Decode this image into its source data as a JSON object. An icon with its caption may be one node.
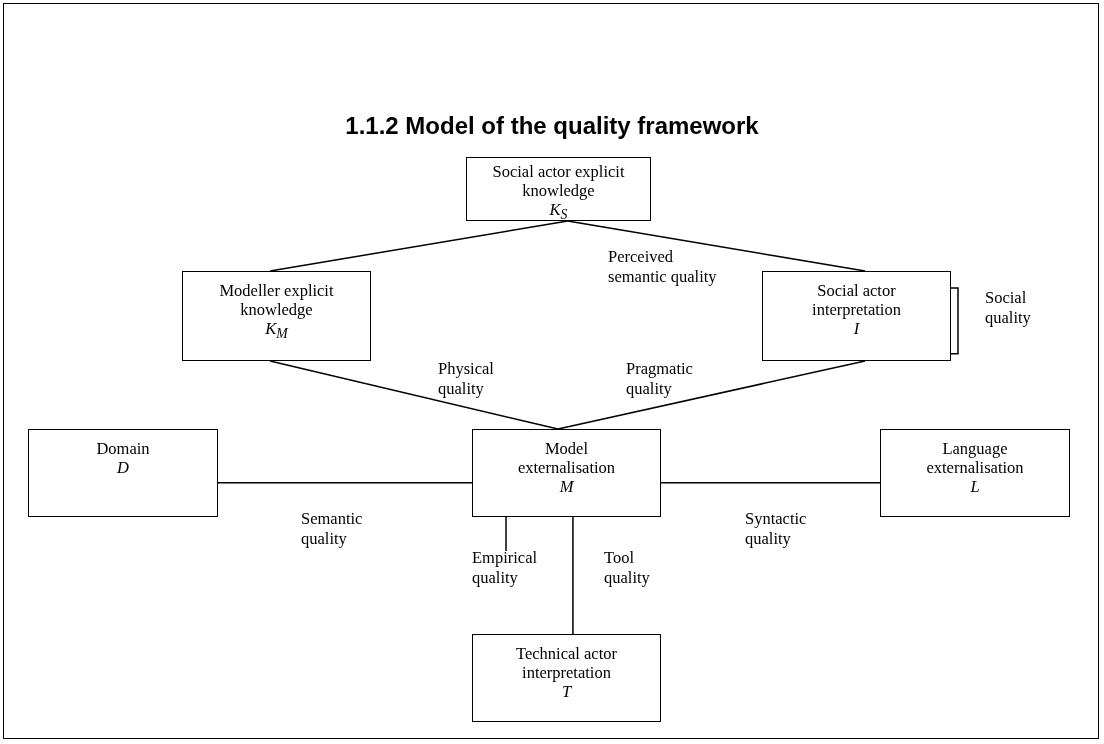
{
  "diagram": {
    "title": "1.1.2 Model of the quality framework",
    "nodes": [
      {
        "text": [
          "Social actor explicit knowledge",
          "K$_{S}$"
        ]
      },
      {
        "text": [
          "Modeller explicit knowledge",
          "K$_{M}$"
        ]
      },
      {
        "text": [
          "Social actor interpretation",
          "I"
        ]
      },
      {
        "text": [
          "Domain",
          "D"
        ]
      },
      {
        "text": [
          "Model externalisation",
          "M"
        ]
      },
      {
        "text": [
          "Language externalisation",
          "L"
        ]
      },
      {
        "text": [
          "Technical actor interpretation",
          "T"
        ]
      }
    ],
    "edges": [
      {
        "from": 0,
        "to": 1,
        "arrow": "none"
      },
      {
        "from": 0,
        "to": 2,
        "arrow": "none",
        "label": "Perceived semantic quality"
      },
      {
        "from": 1,
        "to": 4,
        "arrow": "none",
        "label": "Physical quality"
      },
      {
        "from": 2,
        "to": 4,
        "arrow": "none",
        "label": "Pragmatic quality"
      },
      {
        "from": 3,
        "to": 4,
        "arrow": "none",
        "label": "Semantic quality"
      },
      {
        "from": 4,
        "to": 5,
        "arrow": "none",
        "label": "Syntactic quality"
      },
      {
        "from": 4,
        "to": 6,
        "arrow": "none",
        "label": "Tool quality"
      },
      {
        "from": 4,
        "to": null,
        "arrow": "none",
        "label": "Empirical quality"
      },
      {
        "from": 2,
        "to": 2,
        "arrow": "none",
        "label": "Social quality"
      }
    ]
  }
}
